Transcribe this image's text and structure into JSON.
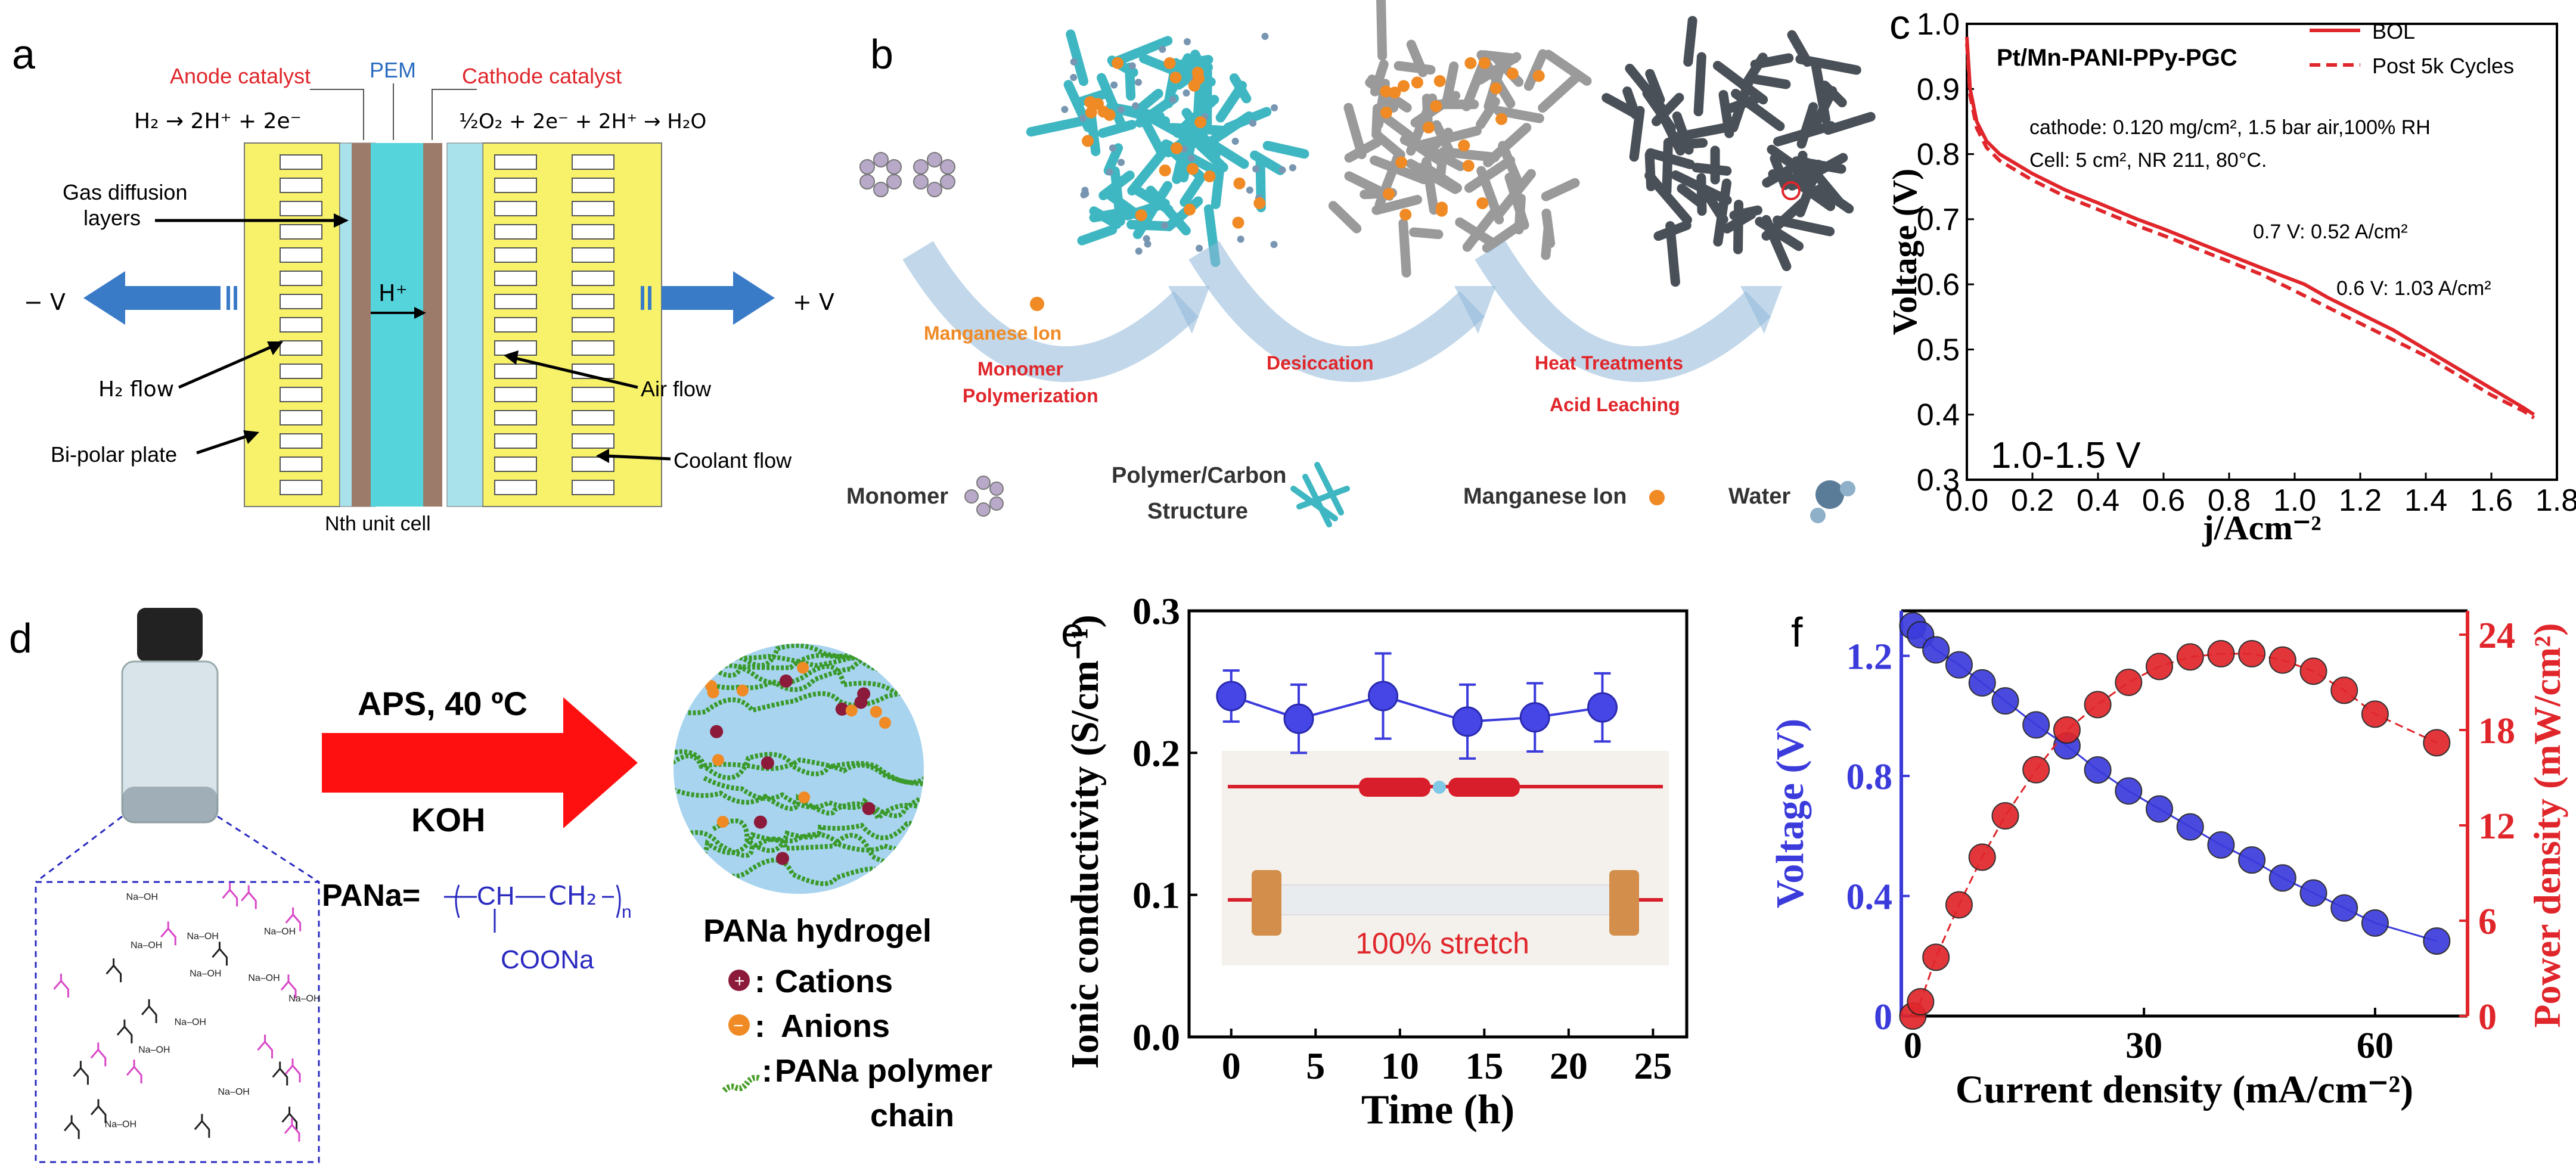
{
  "panel_labels": {
    "a": "a",
    "b": "b",
    "c": "c",
    "d": "d",
    "e": "e",
    "f": "f"
  },
  "panel_a": {
    "anode_catalyst": "Anode catalyst",
    "pem": "PEM",
    "cathode_catalyst": "Cathode catalyst",
    "anode_reaction": "H₂ → 2H⁺ + 2e⁻",
    "cathode_reaction": "½O₂ + 2e⁻ + 2H⁺ → H₂O",
    "gas_diffusion": "Gas diffusion",
    "layers": "layers",
    "h_plus": "H⁺",
    "minus_v": "− V",
    "plus_v": "+ V",
    "h2_flow": "H₂ flow",
    "air_flow": "Air flow",
    "bipolar": "Bi-polar plate",
    "coolant": "Coolant flow",
    "nth_cell": "Nth unit cell",
    "colors": {
      "plate": "#f7f26a",
      "gdl": "#a9e2ea",
      "catalyst": "#9c7b6b",
      "pem": "#55d4dc",
      "arrow": "#3a7bc8"
    }
  },
  "panel_b": {
    "manganese_ion_step": "Manganese Ion",
    "monomer_poly_1": "Monomer",
    "monomer_poly_2": "Polymerization",
    "desiccation": "Desiccation",
    "heat": "Heat Treatments",
    "acid": "Acid Leaching",
    "legend_monomer": "Monomer",
    "legend_polymer_1": "Polymer/Carbon",
    "legend_polymer_2": "Structure",
    "legend_mn": "Manganese Ion",
    "legend_water": "Water",
    "colors": {
      "teal": "#3fb7c2",
      "grey": "#8c8c8c",
      "dark": "#4a5058",
      "mn": "#f08a24",
      "label_red": "#e0262b"
    }
  },
  "panel_c": {
    "legend_title": "Pt/Mn-PANI-PPy-PGC",
    "note1": "cathode: 0.120 mg/cm², 1.5 bar air,100% RH",
    "note2": "Cell: 5 cm², NR 211, 80°C.",
    "ann1": "0.7 V: 0.52 A/cm²",
    "ann2": "0.6 V: 1.03 A/cm²",
    "range": "1.0-1.5 V"
  },
  "panel_d": {
    "aps": "APS, 40 ºC",
    "koh": "KOH",
    "pana_eq": "PANa=",
    "ch": "CH",
    "ch2": "CH₂",
    "n": "n",
    "coona": "COONa",
    "hydrogel": "PANa hydrogel",
    "cations": "Cations",
    "anions": "Anions",
    "polymer1": "PANa polymer",
    "polymer2": "chain",
    "naoh": "Na–OH"
  },
  "panel_e": {
    "photo_text": "100% stretch"
  },
  "chart_data": [
    {
      "type": "line",
      "panel": "c",
      "xlabel": "j/Acm⁻²",
      "ylabel": "Voltage (V)",
      "xlim": [
        0.0,
        1.8
      ],
      "ylim": [
        0.3,
        1.0
      ],
      "xticks": [
        "0.0",
        "0.2",
        "0.4",
        "0.6",
        "0.8",
        "1.0",
        "1.2",
        "1.4",
        "1.6",
        "1.8"
      ],
      "yticks": [
        "0.3",
        "0.4",
        "0.5",
        "0.6",
        "0.7",
        "0.8",
        "0.9",
        "1.0"
      ],
      "series": [
        {
          "name": "BOL",
          "style": "solid",
          "color": "#e0262b",
          "x": [
            0.0,
            0.01,
            0.03,
            0.06,
            0.1,
            0.15,
            0.2,
            0.3,
            0.4,
            0.52,
            0.6,
            0.7,
            0.8,
            0.9,
            1.03,
            1.1,
            1.2,
            1.3,
            1.4,
            1.5,
            1.6,
            1.7,
            1.73
          ],
          "y": [
            0.98,
            0.9,
            0.85,
            0.82,
            0.8,
            0.785,
            0.77,
            0.745,
            0.725,
            0.7,
            0.685,
            0.665,
            0.645,
            0.625,
            0.6,
            0.58,
            0.555,
            0.53,
            0.5,
            0.47,
            0.44,
            0.41,
            0.4
          ]
        },
        {
          "name": "Post 5k Cycles",
          "style": "dashed",
          "color": "#e0262b",
          "x": [
            0.0,
            0.01,
            0.03,
            0.06,
            0.1,
            0.15,
            0.2,
            0.3,
            0.4,
            0.52,
            0.6,
            0.7,
            0.8,
            0.9,
            1.0,
            1.1,
            1.2,
            1.3,
            1.4,
            1.5,
            1.6,
            1.7,
            1.73
          ],
          "y": [
            0.97,
            0.89,
            0.84,
            0.81,
            0.79,
            0.775,
            0.76,
            0.735,
            0.715,
            0.69,
            0.675,
            0.655,
            0.635,
            0.615,
            0.59,
            0.565,
            0.54,
            0.515,
            0.49,
            0.46,
            0.43,
            0.405,
            0.395
          ]
        }
      ]
    },
    {
      "type": "scatter",
      "panel": "e",
      "xlabel": "Time (h)",
      "ylabel": "Ionic conductivity (S/cm⁻¹)",
      "xlim": [
        -2.5,
        27
      ],
      "ylim": [
        0.0,
        0.3
      ],
      "xticks": [
        "0",
        "5",
        "10",
        "15",
        "20",
        "25"
      ],
      "yticks": [
        "0.0",
        "0.1",
        "0.2",
        "0.3"
      ],
      "series": [
        {
          "name": "",
          "color": "#3b3bdc",
          "x": [
            0,
            4,
            9,
            14,
            18,
            22
          ],
          "y": [
            0.24,
            0.224,
            0.24,
            0.222,
            0.225,
            0.232
          ],
          "err": [
            0.018,
            0.024,
            0.03,
            0.026,
            0.024,
            0.024
          ]
        }
      ]
    },
    {
      "type": "scatter",
      "panel": "f",
      "xlabel": "Current density (mA/cm⁻²)",
      "ylabel": "Voltage (V)",
      "y2label": "Power density (mW/cm²)",
      "xlim": [
        -1.5,
        72
      ],
      "ylim": [
        0,
        1.35
      ],
      "y2lim": [
        0,
        25.5
      ],
      "xticks": [
        "0",
        "30",
        "60"
      ],
      "yticks": [
        "0",
        "0.4",
        "0.8",
        "1.2"
      ],
      "y2ticks": [
        "0",
        "6",
        "12",
        "18",
        "24"
      ],
      "series": [
        {
          "name": "Voltage",
          "axis": "left",
          "color": "#3b3bdc",
          "x": [
            0,
            1,
            3,
            6,
            9,
            12,
            16,
            20,
            24,
            28,
            32,
            36,
            40,
            44,
            48,
            52,
            56,
            60,
            68
          ],
          "y": [
            1.3,
            1.27,
            1.22,
            1.17,
            1.11,
            1.05,
            0.97,
            0.9,
            0.82,
            0.75,
            0.69,
            0.63,
            0.57,
            0.52,
            0.46,
            0.41,
            0.36,
            0.31,
            0.25
          ]
        },
        {
          "name": "Power density",
          "axis": "right",
          "color": "#e0262b",
          "dashed": true,
          "x": [
            0,
            1,
            3,
            6,
            9,
            12,
            16,
            20,
            24,
            28,
            32,
            36,
            40,
            44,
            48,
            52,
            56,
            60,
            68
          ],
          "y": [
            0.0,
            0.9,
            3.7,
            7.0,
            10.0,
            12.6,
            15.5,
            18.0,
            19.6,
            21.0,
            22.0,
            22.6,
            22.8,
            22.8,
            22.4,
            21.7,
            20.5,
            19.0,
            17.2
          ]
        }
      ]
    }
  ]
}
